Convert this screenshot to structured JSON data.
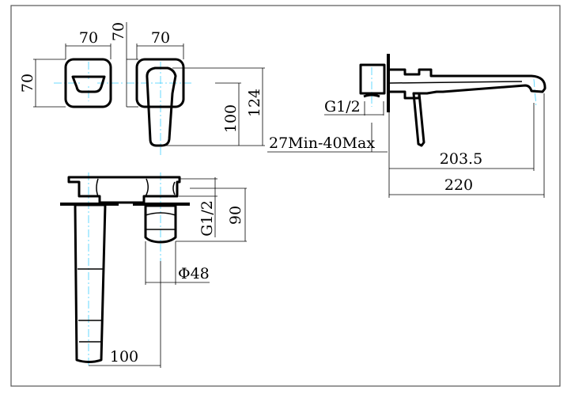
{
  "drawing": {
    "colors": {
      "outline": "#000000",
      "centerline": "#3fd0ff",
      "frame": "#555555"
    },
    "front_view": {
      "plate_width": "70",
      "plate_height": "70",
      "handle_plate_width": "70",
      "handle_plate_height": "70",
      "handle_length": "100",
      "total_height": "124"
    },
    "side_view": {
      "wall_depth": "27Min-40Max",
      "thread": "G1/2",
      "spout_reach": "203.5",
      "total_length": "220"
    },
    "top_view": {
      "thread": "G1/2",
      "body_height": "90",
      "diameter": "Φ48",
      "center_distance": "100"
    }
  }
}
